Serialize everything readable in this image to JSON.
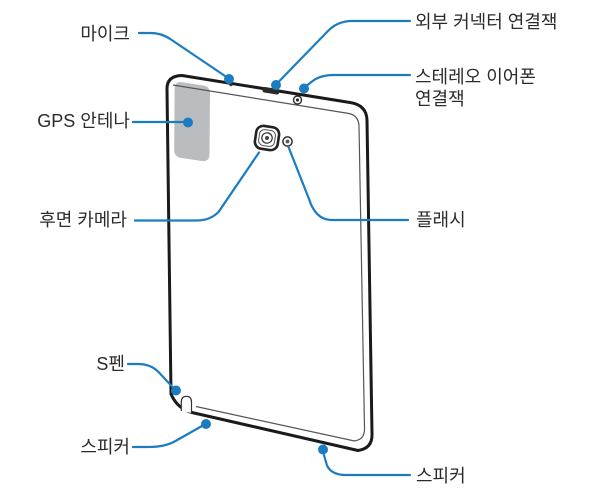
{
  "figure": {
    "kind": "tablet-rear-view-diagram",
    "colors": {
      "background": "#ffffff",
      "device_outline": "#1a1a1a",
      "inner_edge_line": "#555555",
      "callout_blue": "#1b7cc2",
      "label_text": "#2b2b2b",
      "gps_antenna_fill": "#b9bdc0"
    },
    "labels": {
      "microphone": "마이크",
      "external_connector_jack": "외부 커넥터 연결잭",
      "stereo_earphone_jack_line1": "스테레오 이어폰",
      "stereo_earphone_jack_line2": "연결잭",
      "gps_antenna": "GPS 안테나",
      "rear_camera": "후면 카메라",
      "flash": "플래시",
      "s_pen": "S펜",
      "speaker_bottom_left": "스피커",
      "speaker_bottom_right": "스피커"
    }
  }
}
